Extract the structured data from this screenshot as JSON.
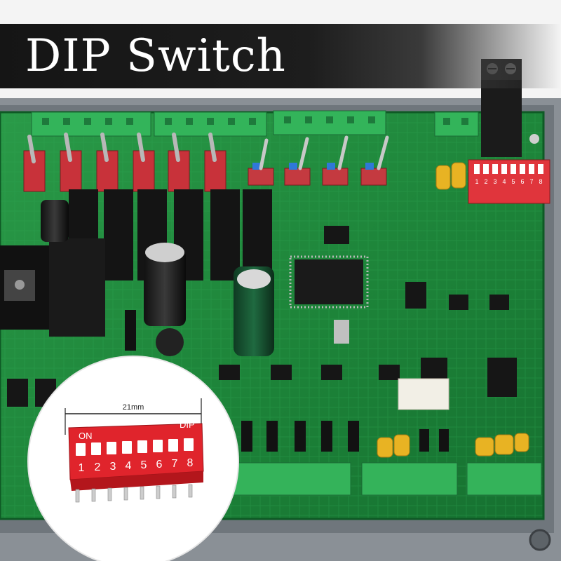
{
  "banner": {
    "title": "DIP Switch"
  },
  "inset": {
    "dimension_label": "21mm",
    "on_label": "ON",
    "dip_label": "DIP",
    "switch_numbers": [
      "1",
      "2",
      "3",
      "4",
      "5",
      "6",
      "7",
      "8"
    ]
  },
  "board": {
    "dip_numbers": [
      "1",
      "2",
      "3",
      "4",
      "5",
      "6",
      "7",
      "8"
    ]
  },
  "colors": {
    "pcb_green": "#1f8a3a",
    "switch_red": "#d42a2a",
    "terminal_green": "#2fae55"
  }
}
